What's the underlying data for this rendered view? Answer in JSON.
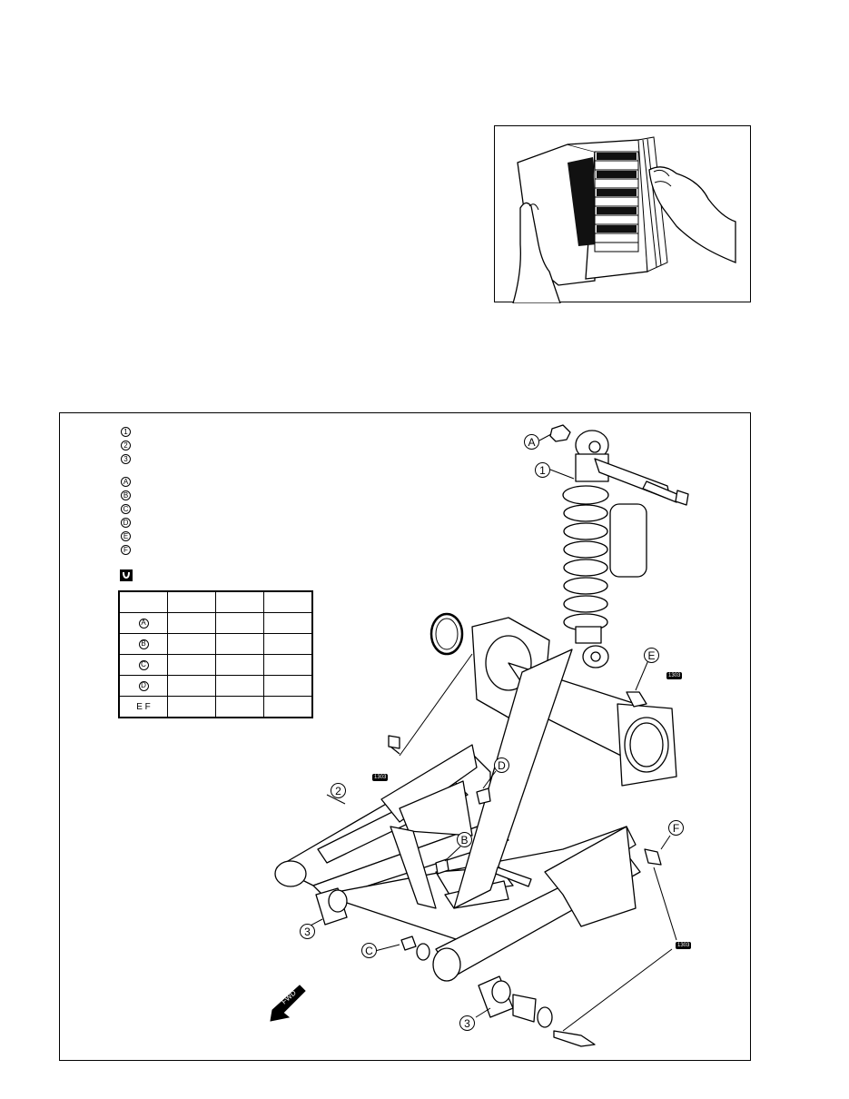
{
  "legend": {
    "parts": [
      "1",
      "2",
      "3"
    ],
    "fasteners": [
      "A",
      "B",
      "C",
      "D",
      "E",
      "F"
    ]
  },
  "torque_table": {
    "rows": [
      "A",
      "B",
      "C",
      "D",
      "E F"
    ]
  },
  "callouts": {
    "shock": "1",
    "swingarm": "2",
    "bearing_left": "3",
    "bearing_right": "3",
    "nut_a": "A",
    "bolt_b": "B",
    "nut_c": "C",
    "nut_d": "D",
    "bolt_e": "E",
    "bolt_f": "F"
  },
  "thread_lock_code": "1303",
  "fwd_label": "FWD",
  "icons": {
    "torque": "wrench-torque-icon",
    "book": "manual-icon",
    "thread_lock": "thread-lock-icon"
  }
}
